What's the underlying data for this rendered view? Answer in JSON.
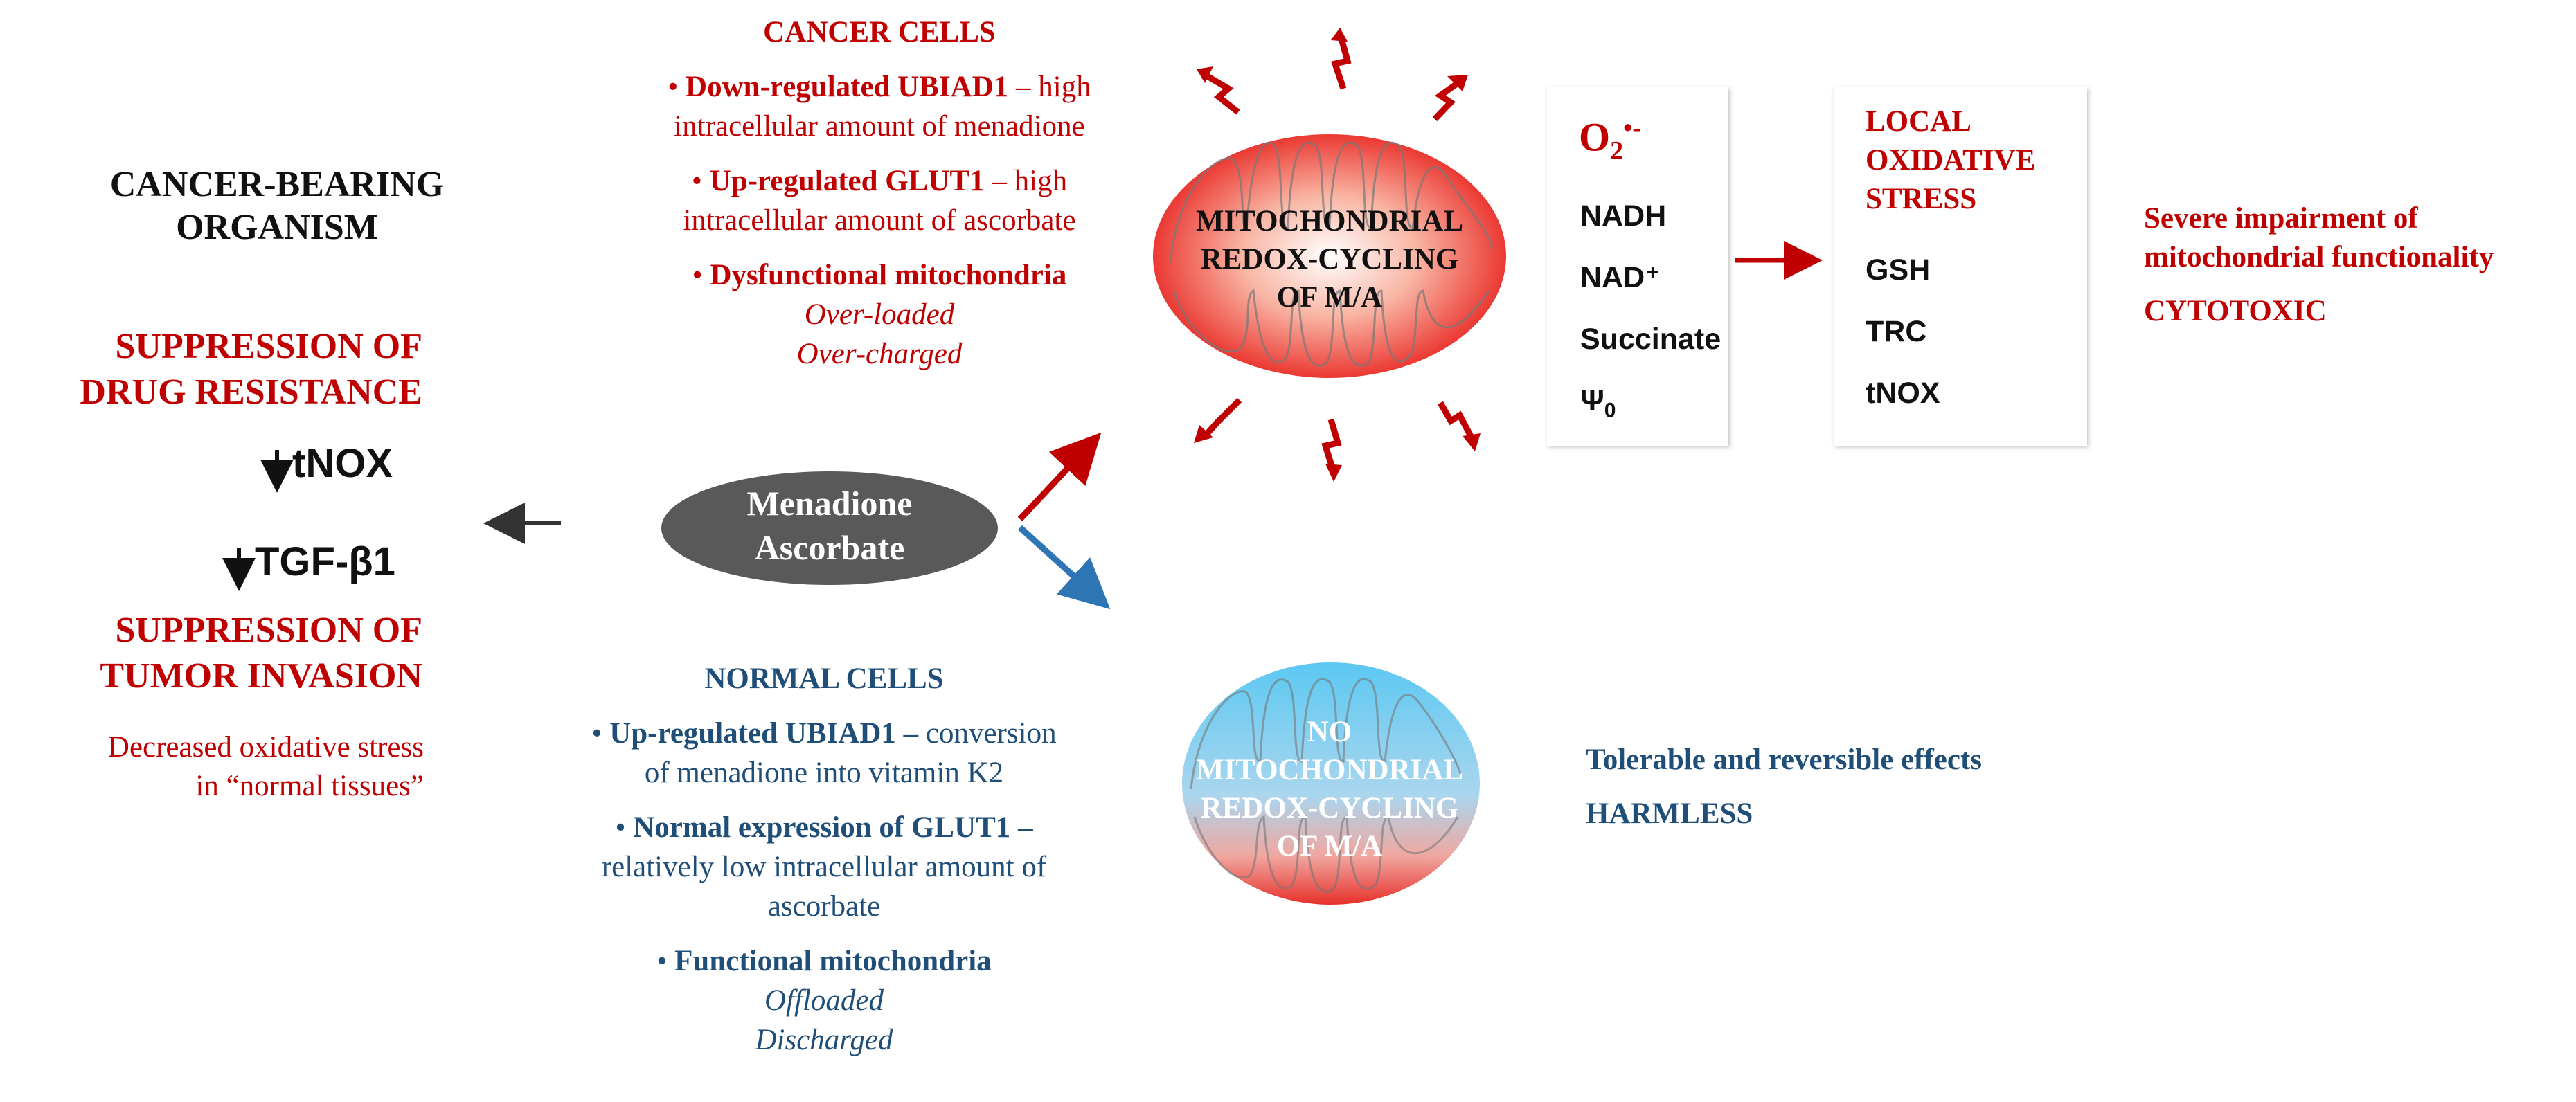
{
  "left": {
    "title_l1": "CANCER-BEARING",
    "title_l2": "ORGANISM",
    "suppression_drug_l1": "SUPPRESSION OF",
    "suppression_drug_l2": "DRUG RESISTANCE",
    "tnox": "tNOX",
    "tgf": "TGF-β1",
    "suppression_tumor_l1": "SUPPRESSION OF",
    "suppression_tumor_l2": "TUMOR INVASION",
    "decreased_l1": "Decreased oxidative stress",
    "decreased_l2": "in “normal tissues”"
  },
  "drug": {
    "l1": "Menadione",
    "l2": "Ascorbate"
  },
  "cancer_cells": {
    "title": "CANCER CELLS",
    "item1_bold": "Down-regulated UBIAD1",
    "item1_rest": " – high",
    "item1_l2": "intracellular amount of menadione",
    "item2_bold": "Up-regulated GLUT1",
    "item2_rest": " – high",
    "item2_l2": "intracellular amount of ascorbate",
    "item3_bold": "Dysfunctional mitochondria",
    "item3_l2": "Over-loaded",
    "item3_l3": "Over-charged"
  },
  "normal_cells": {
    "title": "NORMAL CELLS",
    "item1_bold": "Up-regulated UBIAD1",
    "item1_rest": " – conversion",
    "item1_l2": "of menadione into vitamin K2",
    "item2_bold": "Normal expression of GLUT1",
    "item2_rest": " –",
    "item2_l2": "relatively low intracellular amount of",
    "item2_l3": "ascorbate",
    "item3_bold": "Functional mitochondria",
    "item3_l2": "Offloaded",
    "item3_l3": "Discharged"
  },
  "mito_cancer": {
    "l1": "MITOCHONDRIAL",
    "l2": "REDOX-CYCLING",
    "l3": "OF M/A"
  },
  "mito_normal": {
    "l1": "NO",
    "l2": "MITOCHONDRIAL",
    "l3": "REDOX-CYCLING",
    "l4": "OF M/A"
  },
  "box1": {
    "o2": "O",
    "o2_sub": "2",
    "o2_sup": "•-",
    "items": [
      "NADH",
      "NAD⁺",
      "Succinate",
      "Ψ"
    ],
    "psi_sub": "0"
  },
  "box2": {
    "title_l1": "LOCAL",
    "title_l2": "OXIDATIVE",
    "title_l3": "STRESS",
    "items": [
      "GSH",
      "TRC",
      "tNOX"
    ]
  },
  "right_cancer": {
    "l1": "Severe impairment of",
    "l2": "mitochondrial functionality",
    "l3": "CYTOTOXIC"
  },
  "right_normal": {
    "l1": "Tolerable and reversible effects",
    "l2": "HARMLESS"
  },
  "colors": {
    "red": "#c00000",
    "blue": "#1f4e79",
    "ellipse_gray": "#595959",
    "arrow_blue": "#2e75b6"
  }
}
